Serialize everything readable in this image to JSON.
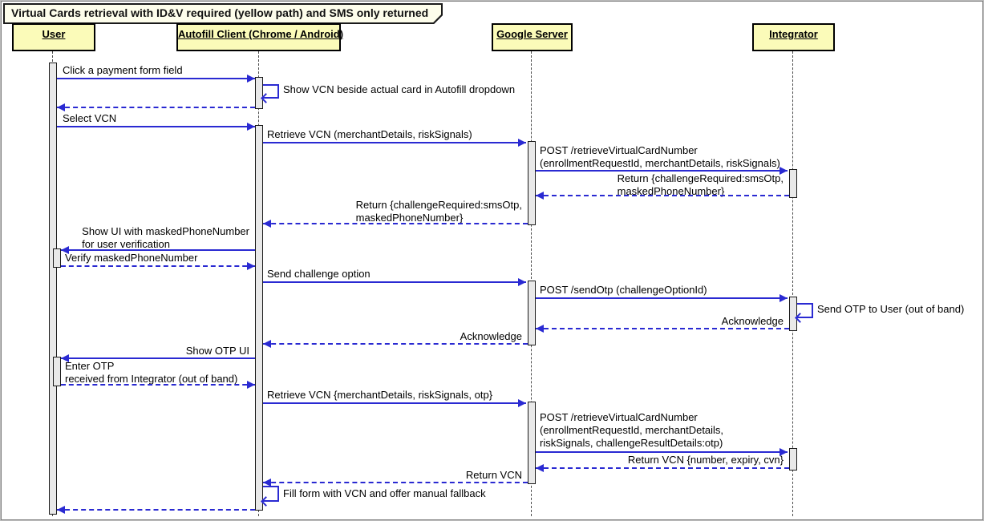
{
  "title": "Virtual Cards retrieval with ID&V required (yellow path) and SMS only returned",
  "participants": [
    {
      "name": "User"
    },
    {
      "name": "Autofill Client (Chrome / Android)"
    },
    {
      "name": "Google Server"
    },
    {
      "name": "Integrator"
    }
  ],
  "colors": {
    "arrow": "#2a2ad2",
    "participant_fill": "#fbfbb9",
    "participant_border": "#000000",
    "activation_fill": "#e9e9e9",
    "title_fill": "#fdfdeb",
    "background": "#ffffff"
  },
  "messages": [
    {
      "from": "User",
      "to": "Autofill Client",
      "kind": "call",
      "label": "Click a payment form field"
    },
    {
      "from": "Autofill Client",
      "to": "Autofill Client",
      "kind": "self",
      "label": "Show VCN beside actual card in Autofill dropdown"
    },
    {
      "from": "Autofill Client",
      "to": "User",
      "kind": "return",
      "label": ""
    },
    {
      "from": "User",
      "to": "Autofill Client",
      "kind": "call",
      "label": "Select VCN"
    },
    {
      "from": "Autofill Client",
      "to": "Google Server",
      "kind": "call",
      "label": "Retrieve VCN (merchantDetails, riskSignals)"
    },
    {
      "from": "Google Server",
      "to": "Integrator",
      "kind": "call",
      "label": "POST /retrieveVirtualCardNumber\n(enrollmentRequestId, merchantDetails, riskSignals)"
    },
    {
      "from": "Integrator",
      "to": "Google Server",
      "kind": "return",
      "label": "Return {challengeRequired:smsOtp,\nmaskedPhoneNumber}"
    },
    {
      "from": "Google Server",
      "to": "Autofill Client",
      "kind": "return",
      "label": "Return {challengeRequired:smsOtp,\nmaskedPhoneNumber}"
    },
    {
      "from": "Autofill Client",
      "to": "User",
      "kind": "call",
      "label": "Show UI with maskedPhoneNumber\nfor user verification"
    },
    {
      "from": "User",
      "to": "Autofill Client",
      "kind": "return",
      "label": "Verify maskedPhoneNumber"
    },
    {
      "from": "Autofill Client",
      "to": "Google Server",
      "kind": "call",
      "label": "Send challenge option"
    },
    {
      "from": "Google Server",
      "to": "Integrator",
      "kind": "call",
      "label": "POST /sendOtp (challengeOptionId)"
    },
    {
      "from": "Integrator",
      "to": "Integrator",
      "kind": "self",
      "label": "Send OTP to User (out of band)"
    },
    {
      "from": "Integrator",
      "to": "Google Server",
      "kind": "return",
      "label": "Acknowledge"
    },
    {
      "from": "Google Server",
      "to": "Autofill Client",
      "kind": "return",
      "label": "Acknowledge"
    },
    {
      "from": "Autofill Client",
      "to": "User",
      "kind": "call",
      "label": "Show OTP UI"
    },
    {
      "from": "User",
      "to": "Autofill Client",
      "kind": "return",
      "label": "Enter OTP\nreceived from Integrator (out of band)"
    },
    {
      "from": "Autofill Client",
      "to": "Google Server",
      "kind": "call",
      "label": "Retrieve VCN {merchantDetails, riskSignals, otp}"
    },
    {
      "from": "Google Server",
      "to": "Integrator",
      "kind": "call",
      "label": "POST /retrieveVirtualCardNumber\n(enrollmentRequestId, merchantDetails,\nriskSignals, challengeResultDetails:otp)"
    },
    {
      "from": "Integrator",
      "to": "Google Server",
      "kind": "return",
      "label": "Return VCN {number, expiry, cvn}"
    },
    {
      "from": "Google Server",
      "to": "Autofill Client",
      "kind": "return",
      "label": "Return VCN"
    },
    {
      "from": "Autofill Client",
      "to": "Autofill Client",
      "kind": "self",
      "label": "Fill form with VCN and offer manual fallback"
    },
    {
      "from": "Autofill Client",
      "to": "User",
      "kind": "return",
      "label": ""
    }
  ]
}
